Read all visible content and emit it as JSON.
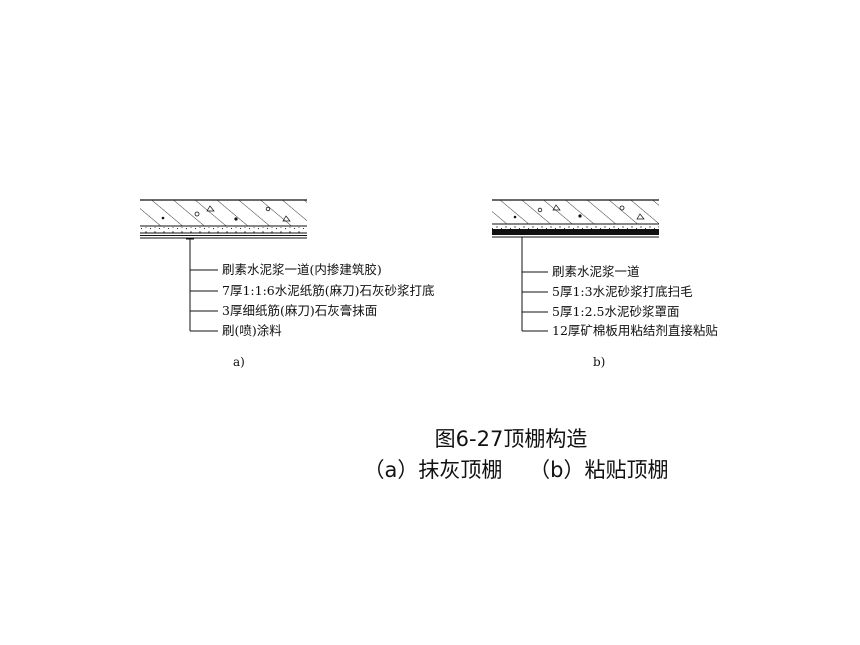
{
  "diagram_a": {
    "labels": [
      "刷素水泥浆一道(内掺建筑胶)",
      "7厚1:1:6水泥纸筋(麻刀)石灰砂浆打底",
      "3厚细纸筋(麻刀)石灰膏抹面",
      "刷(喷)涂料"
    ],
    "sub_label": "a)"
  },
  "diagram_b": {
    "labels": [
      "刷素水泥浆一道",
      "5厚1:3水泥砂浆打底扫毛",
      "5厚1:2.5水泥砂浆罩面",
      "12厚矿棉板用粘结剂直接粘贴"
    ],
    "sub_label": "b)"
  },
  "caption": {
    "title": "图6-27顶棚构造",
    "subtitle": "（a）抹灰顶棚    （b）粘贴顶棚"
  }
}
